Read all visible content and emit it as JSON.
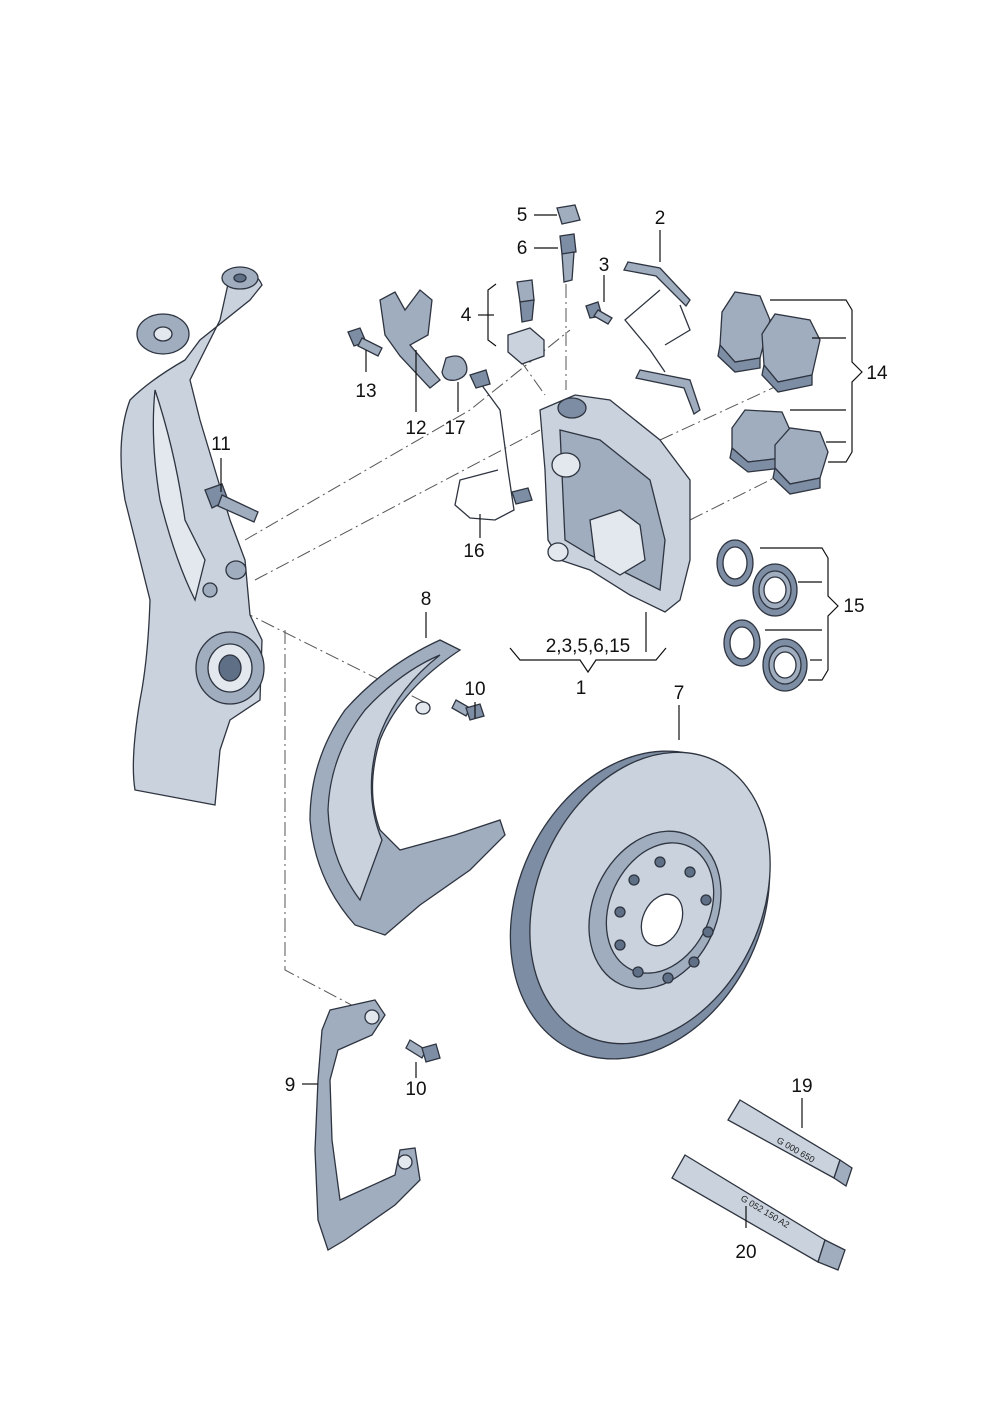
{
  "labels": {
    "l1": "1",
    "l1_group": "2,3,5,6,15",
    "l2": "2",
    "l3": "3",
    "l4": "4",
    "l5": "5",
    "l6": "6",
    "l7": "7",
    "l8": "8",
    "l9": "9",
    "l10a": "10",
    "l10b": "10",
    "l11": "11",
    "l12": "12",
    "l13": "13",
    "l14": "14",
    "l15": "15",
    "l16": "16",
    "l17": "17",
    "l19": "19",
    "l20": "20"
  },
  "tubes": {
    "t19_code": "G 000 650",
    "t20_code": "G 052 150 A2"
  },
  "colors": {
    "part_light": "#c9d2dd",
    "part_mid": "#9fadbf",
    "part_dark": "#7d8da3",
    "outline": "#2e3440"
  }
}
